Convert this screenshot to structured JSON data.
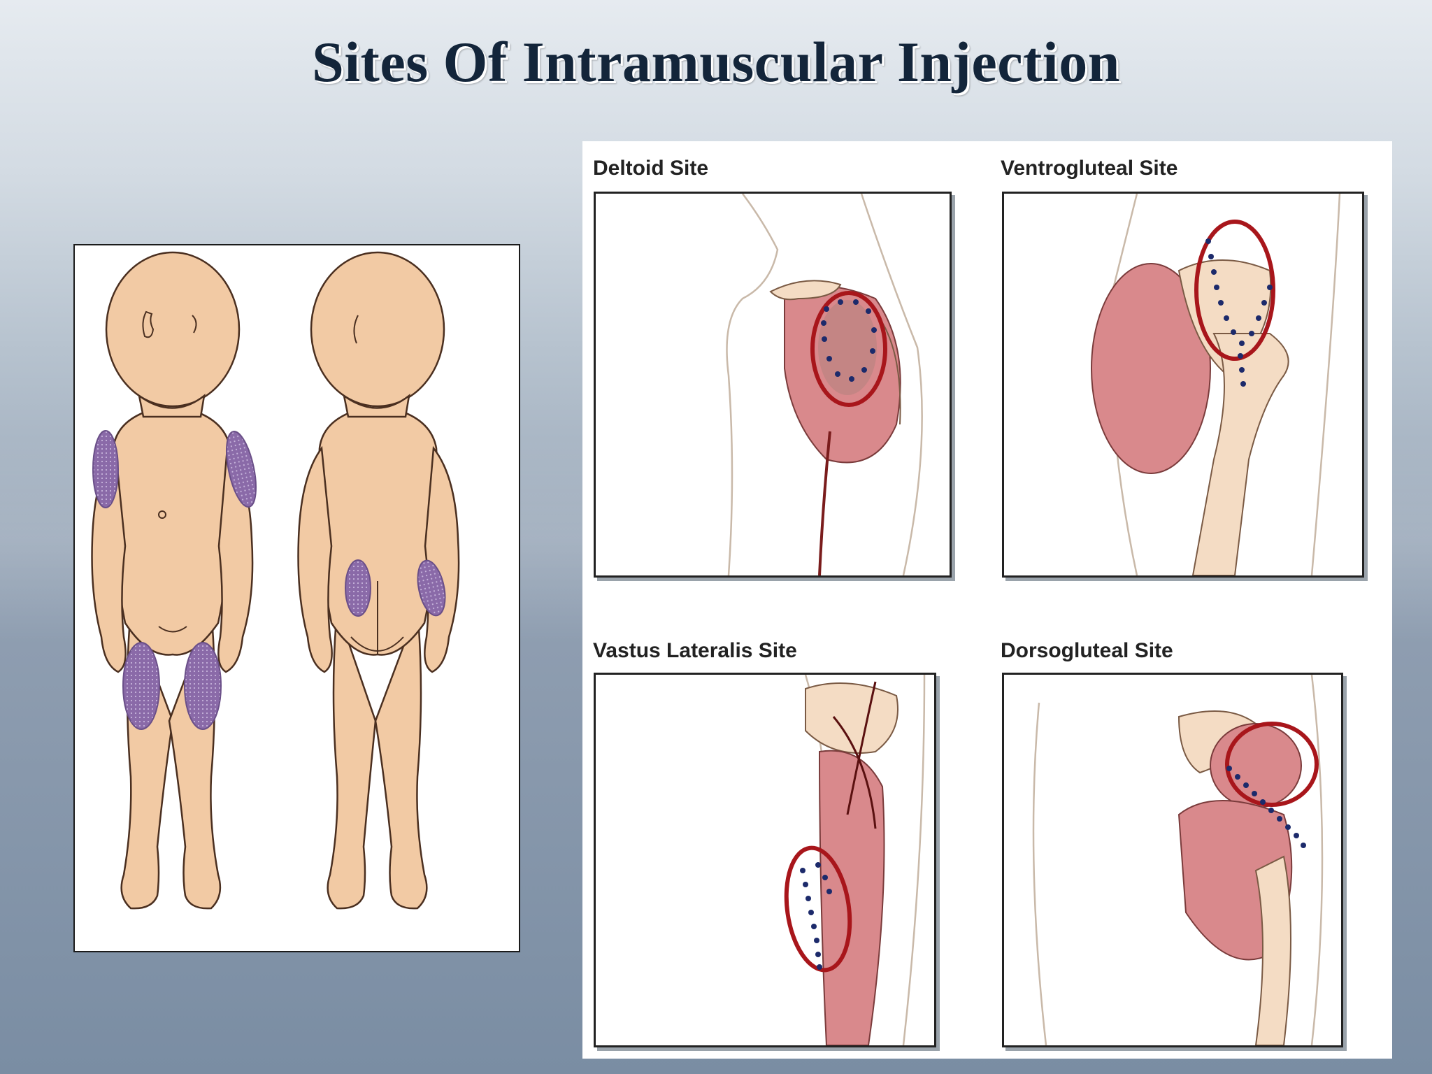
{
  "slide": {
    "title": "Sites Of Intramuscular Injection"
  },
  "figures": {
    "infant": {
      "views": [
        "front",
        "back"
      ],
      "site_color": "#8a6aa8"
    },
    "panels": [
      {
        "label": "Deltoid Site"
      },
      {
        "label": "Ventrogluteal Site"
      },
      {
        "label": "Vastus Lateralis Site"
      },
      {
        "label": "Dorsogluteal Site"
      }
    ],
    "colors": {
      "skin": "#f2caa4",
      "muscle": "#d9898c",
      "bone": "#f4dcc4",
      "marker_ring": "#a8161b",
      "marker_dots": "#1c2a6b"
    }
  }
}
